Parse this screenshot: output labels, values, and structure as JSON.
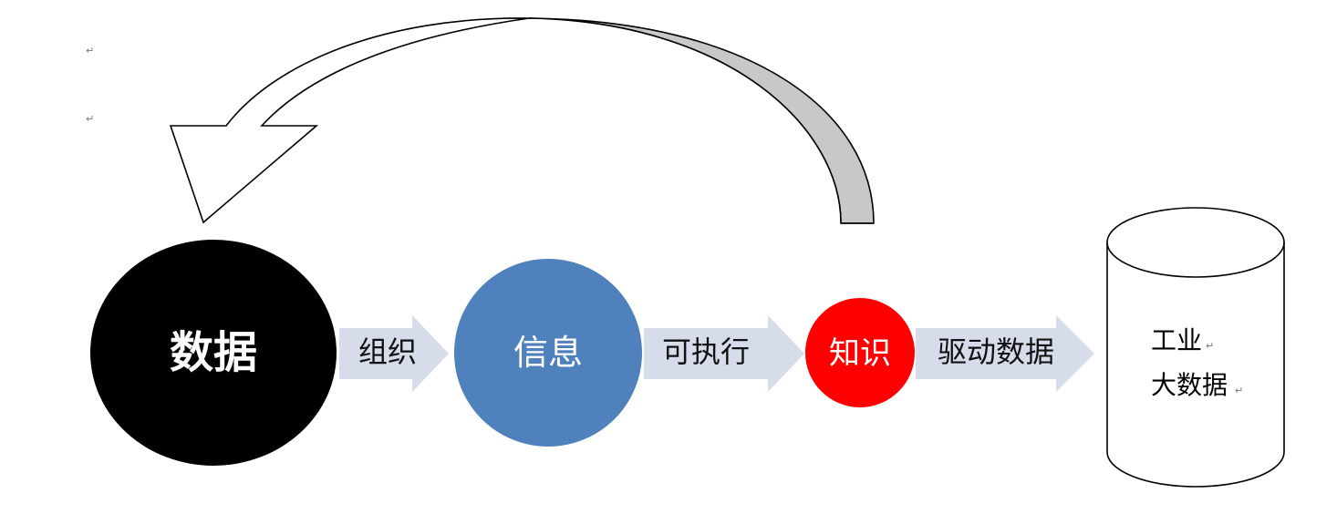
{
  "nodes": {
    "data": {
      "label": "数据",
      "color": "#000000",
      "text_color": "#ffffff"
    },
    "info": {
      "label": "信息",
      "color": "#4f81bd",
      "text_color": "#ffffff"
    },
    "knowledge": {
      "label": "知识",
      "color": "#ff0000",
      "text_color": "#ffffff"
    },
    "bigdata": {
      "line1": "工业",
      "line2": "大数据"
    }
  },
  "edges": {
    "organize": {
      "label": "组织"
    },
    "actionable": {
      "label": "可执行"
    },
    "drive": {
      "label": "驱动数据"
    }
  },
  "colors": {
    "arrow_fill": "#d6dcea",
    "curved_arrow_band": "#c8c8c8",
    "outline": "#000000"
  },
  "marks": {
    "paragraph": "↵"
  }
}
